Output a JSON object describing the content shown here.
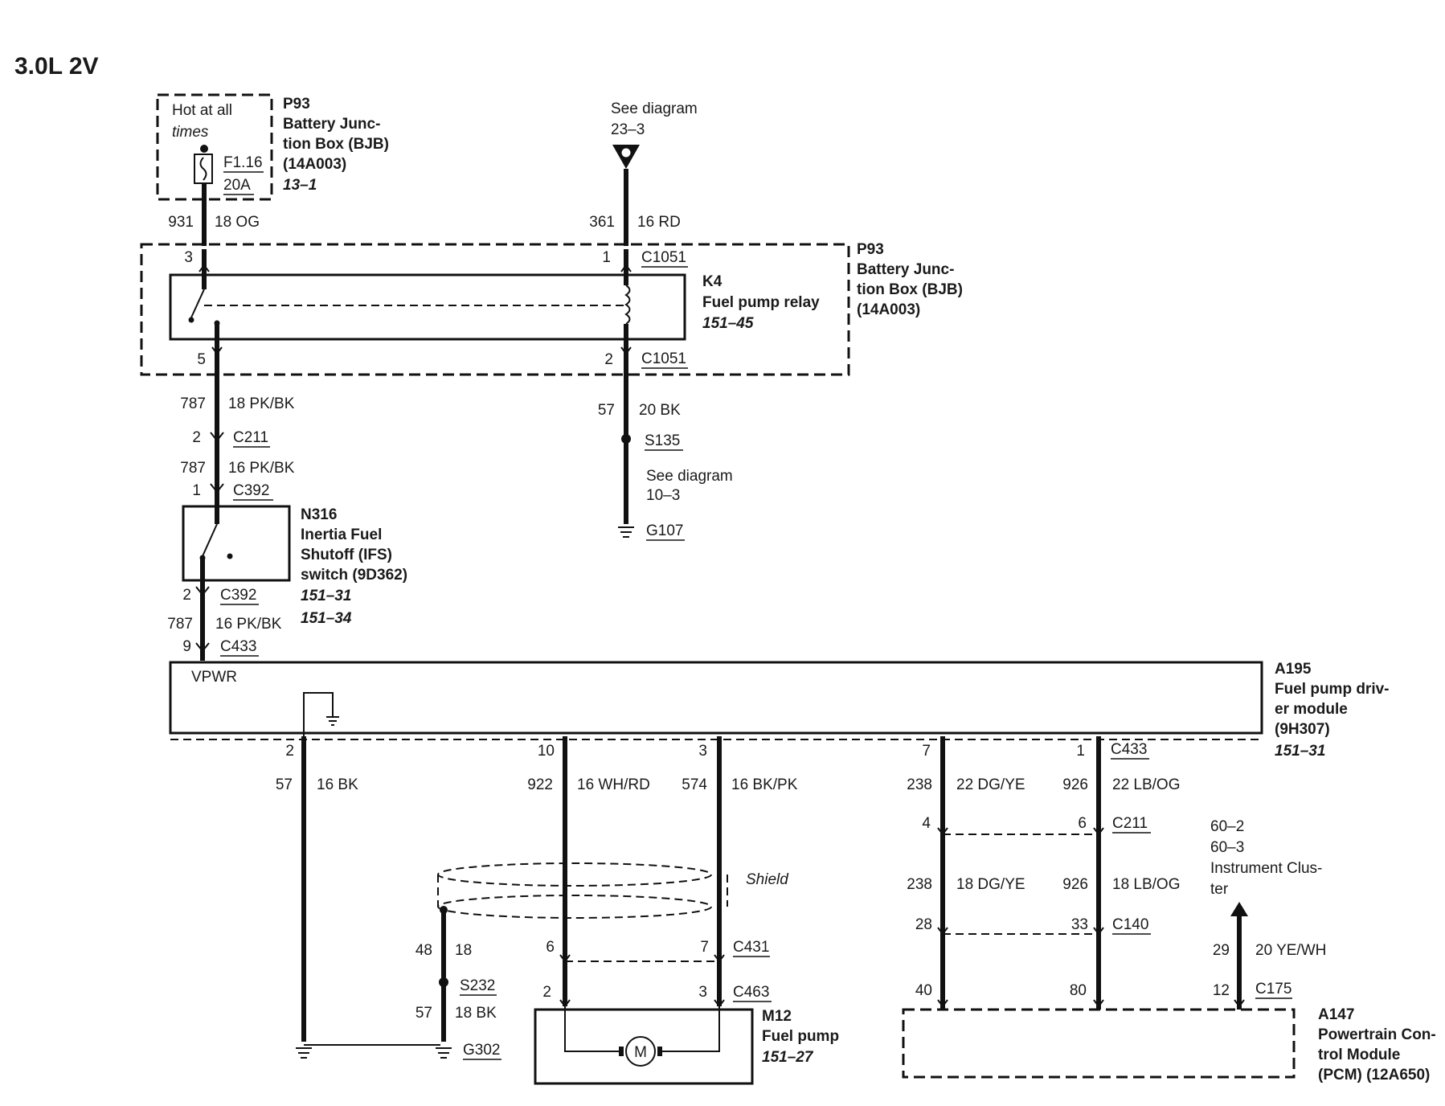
{
  "title": "3.0L 2V",
  "fuse_box": {
    "hot": [
      "Hot at all",
      "times"
    ],
    "fuse_id": "F1.16",
    "fuse_rating": "20A",
    "name": [
      "P93",
      "Battery Junc-",
      "tion Box (BJB)",
      "(14A003)"
    ],
    "ref": "13–1"
  },
  "see_top": [
    "See diagram",
    "23–3"
  ],
  "wire_931": {
    "circuit": "931",
    "spec": "18 OG"
  },
  "wire_361": {
    "circuit": "361",
    "spec": "16 RD"
  },
  "relay_box": {
    "name": [
      "P93",
      "Battery Junc-",
      "tion Box (BJB)",
      "(14A003)"
    ],
    "pin3": "3",
    "pin1": "1",
    "pin5": "5",
    "pin2": "2",
    "conn_top": "C1051",
    "conn_bot": "C1051",
    "relay": [
      "K4",
      "Fuel pump relay",
      "151–45"
    ]
  },
  "wire_787a": {
    "circuit": "787",
    "spec": "18 PK/BK"
  },
  "c211_left": {
    "pin": "2",
    "conn": "C211"
  },
  "wire_787b": {
    "circuit": "787",
    "spec": "16 PK/BK"
  },
  "c392_top": {
    "pin": "1",
    "conn": "C392"
  },
  "ifs": {
    "name": [
      "N316",
      "Inertia Fuel",
      "Shutoff (IFS)",
      "switch (9D362)"
    ],
    "refs": [
      "151–31",
      "151–34"
    ]
  },
  "c392_bot": {
    "pin": "2",
    "conn": "C392"
  },
  "wire_787c": {
    "circuit": "787",
    "spec": "16 PK/BK"
  },
  "c433_top": {
    "pin": "9",
    "conn": "C433"
  },
  "wire_57_ground": {
    "circuit": "57",
    "spec": "20 BK"
  },
  "s135": "S135",
  "see_mid": [
    "See diagram",
    "10–3"
  ],
  "g107": "G107",
  "module": {
    "vpwr": "VPWR",
    "name": [
      "A195",
      "Fuel pump driv-",
      "er module",
      "(9H307)"
    ],
    "ref": "151–31"
  },
  "pins_bottom": {
    "p2": "2",
    "p10": "10",
    "p3": "3",
    "p7": "7",
    "p1": "1",
    "c433": "C433"
  },
  "wire_57b": {
    "circuit": "57",
    "spec": "16 BK"
  },
  "wire_922": {
    "circuit": "922",
    "spec": "16 WH/RD"
  },
  "wire_574": {
    "circuit": "574",
    "spec": "16 BK/PK"
  },
  "wire_238a": {
    "circuit": "238",
    "spec": "22 DG/YE"
  },
  "wire_926a": {
    "circuit": "926",
    "spec": "22 LB/OG"
  },
  "c211_right": {
    "pin_left": "4",
    "pin_right": "6",
    "conn": "C211"
  },
  "wire_238b": {
    "circuit": "238",
    "spec": "18 DG/YE"
  },
  "wire_926b": {
    "circuit": "926",
    "spec": "18 LB/OG"
  },
  "c140": {
    "pin_left": "28",
    "pin_right": "33",
    "conn": "C140"
  },
  "cluster": [
    "60–2",
    "60–3",
    "Instrument Clus-",
    "ter"
  ],
  "wire_29": {
    "circuit": "29",
    "spec": "20 YE/WH"
  },
  "shield": "Shield",
  "wire_48": {
    "circuit": "48",
    "spec": "18"
  },
  "c431": {
    "pin_left": "6",
    "pin_right": "7",
    "conn": "C431"
  },
  "s232": "S232",
  "wire_57c": {
    "circuit": "57",
    "spec": "18 BK"
  },
  "c463": {
    "pin_left": "2",
    "pin_right": "3",
    "conn": "C463"
  },
  "g302": "G302",
  "fuel_pump": {
    "name": [
      "M12",
      "Fuel pump",
      "151–27"
    ],
    "motor": "M"
  },
  "pcm_pins": {
    "p40": "40",
    "p80": "80",
    "p12": "12",
    "c175": "C175"
  },
  "pcm": {
    "name": [
      "A147",
      "Powertrain Con-",
      "trol Module",
      "(PCM) (12A650)"
    ]
  }
}
